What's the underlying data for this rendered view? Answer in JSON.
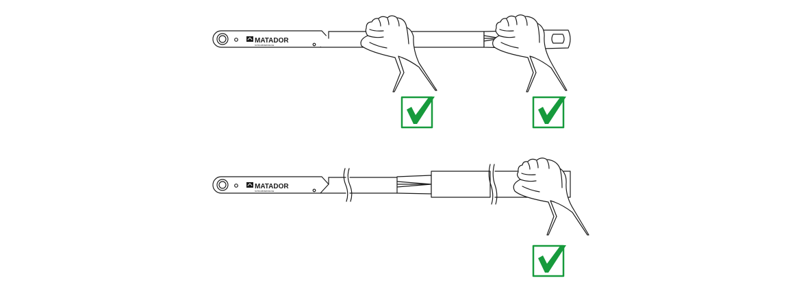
{
  "brand": {
    "name": "MATADOR",
    "sub": "SCHRAUBWERKZEUGE"
  },
  "colors": {
    "outline": "#1a1a1a",
    "check_border": "#169a3c",
    "check_mark": "#169a3c",
    "background": "#ffffff"
  },
  "icons": [
    "wrench-icon",
    "hand-icon",
    "check-icon",
    "brand-logo-icon"
  ],
  "figures": [
    {
      "id": "wrench-full-length",
      "hands": 2,
      "checks": 2
    },
    {
      "id": "wrench-with-extension",
      "hands": 1,
      "checks": 1
    }
  ]
}
